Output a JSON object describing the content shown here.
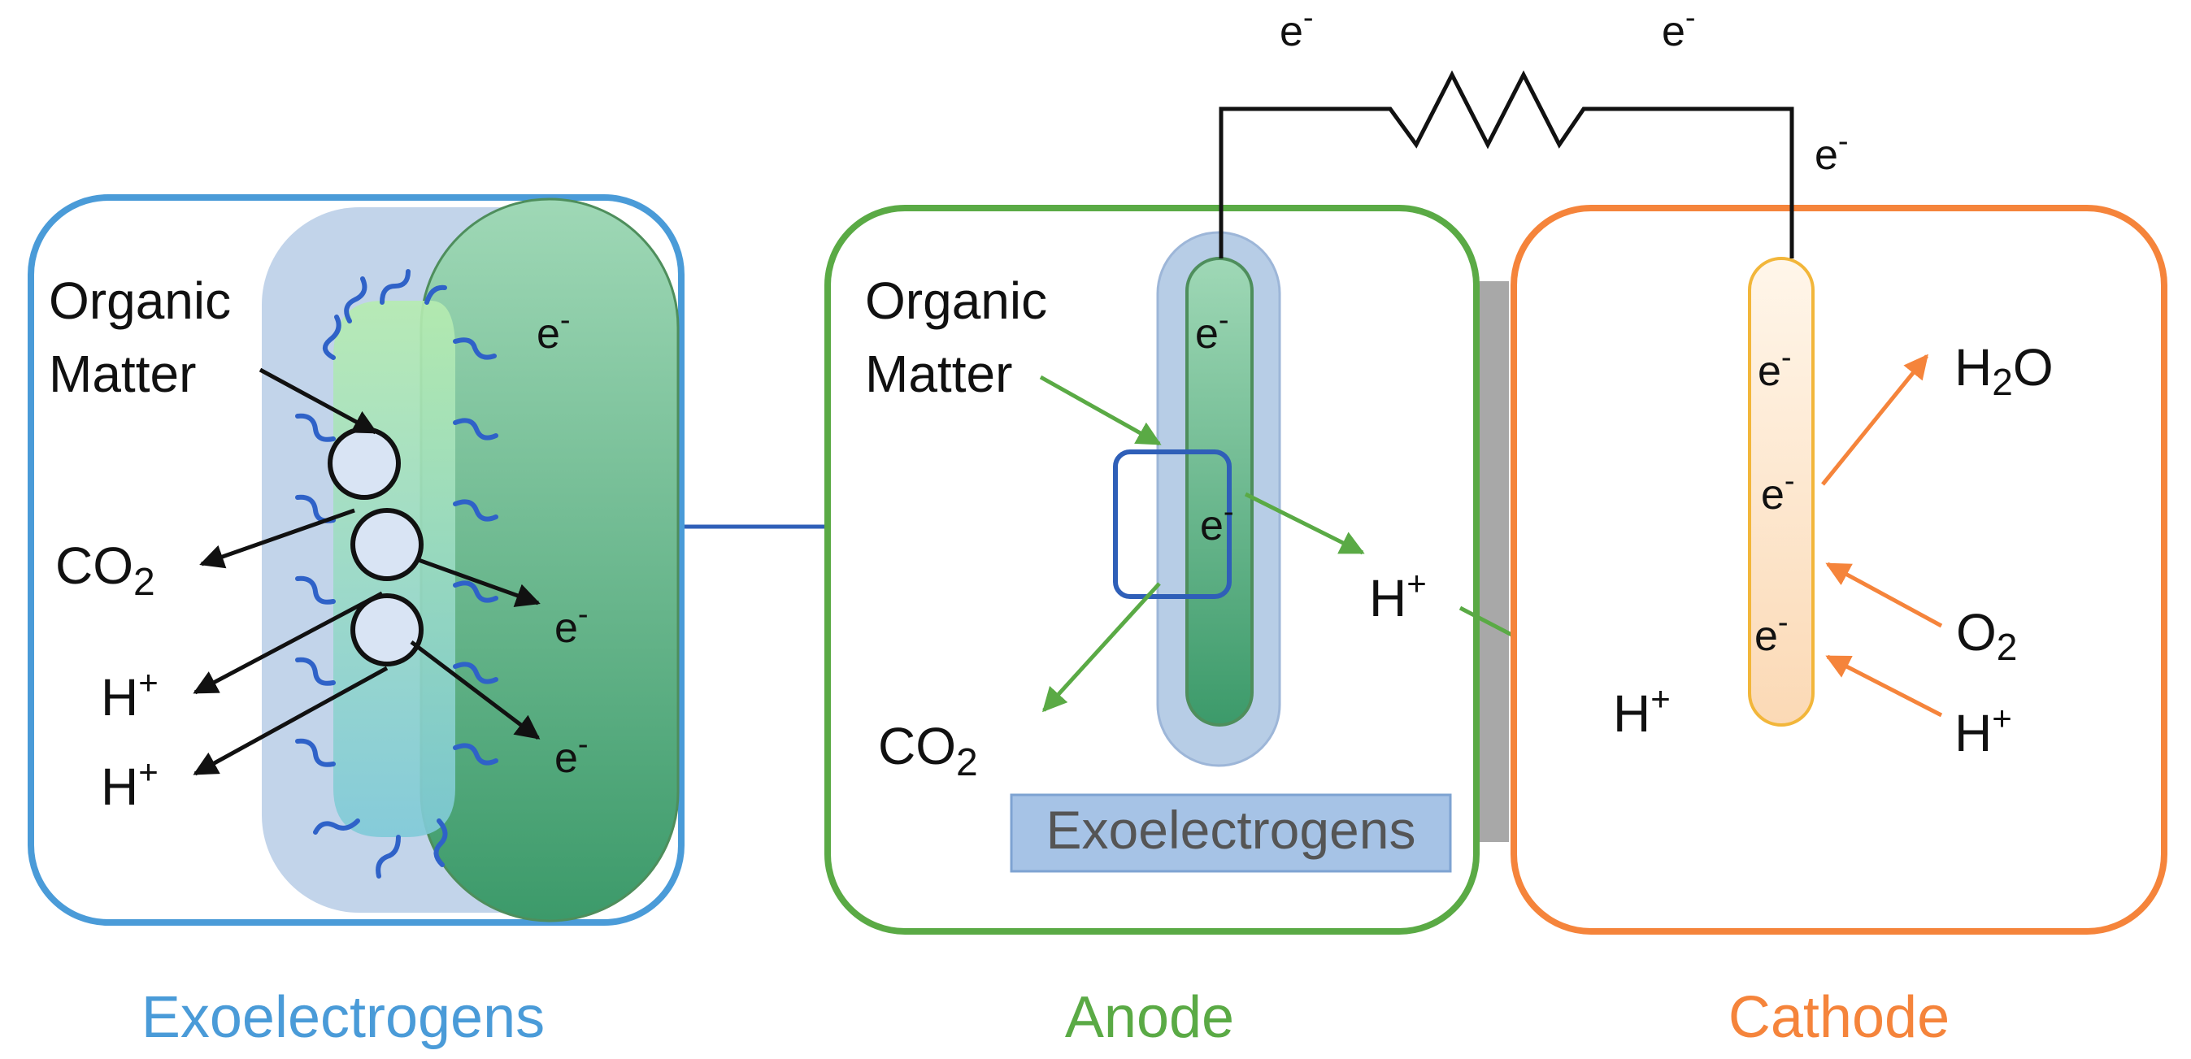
{
  "electron": {
    "base": "e",
    "sup": "-"
  },
  "proton": {
    "base": "H",
    "sup": "+"
  },
  "co2": {
    "base": "CO",
    "sub": "2"
  },
  "o2": {
    "base": "O",
    "sub": "2"
  },
  "h2o": {
    "base1": "H",
    "sub": "2",
    "base2": "O"
  },
  "organic_matter": {
    "line1": "Organic",
    "line2": "Matter"
  },
  "panel_labels": {
    "exoelectrogens": "Exoelectrogens",
    "anode": "Anode",
    "cathode": "Cathode"
  },
  "anode_biofilm_label": "Exoelectrogens",
  "colors": {
    "exoelectrogens": "#4a9bd8",
    "anode": "#5aaa45",
    "cathode": "#f5843b",
    "circuit": "#111111",
    "membrane": "#a8a8a8",
    "cell_border": "#2f5fb8"
  }
}
